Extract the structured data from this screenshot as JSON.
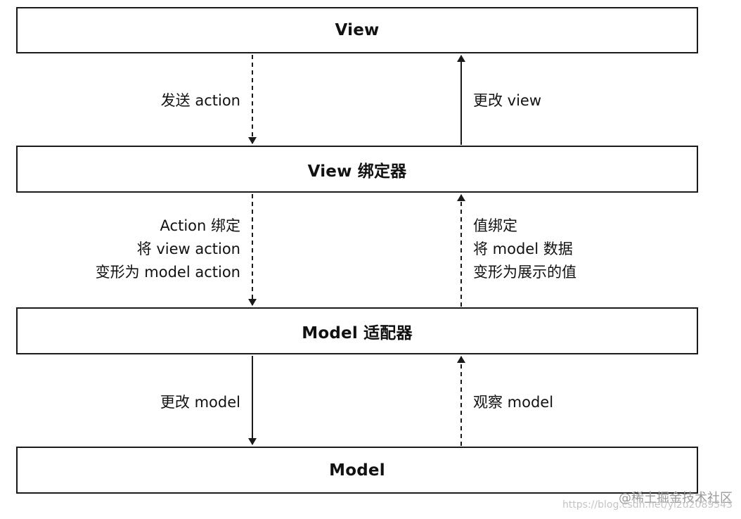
{
  "layers": {
    "view": "View",
    "view_binder": "View 绑定器",
    "model_adapter": "Model 适配器",
    "model": "Model"
  },
  "connections": {
    "send_action": "发送 action",
    "change_view": "更改 view",
    "action_binding": [
      "Action 绑定",
      "将 view action",
      "变形为 model action"
    ],
    "value_binding": [
      "值绑定",
      "将 model 数据",
      "变形为展示的值"
    ],
    "change_model": "更改 model",
    "observe_model": "观察 model"
  },
  "watermark": {
    "site": "@稀土掘金技术社区",
    "url": "https://blog.csdn.net/yi2u2089543"
  },
  "colors": {
    "stroke": "#1a1a1a",
    "text": "#111111",
    "watermark": "#b8b8b8"
  }
}
